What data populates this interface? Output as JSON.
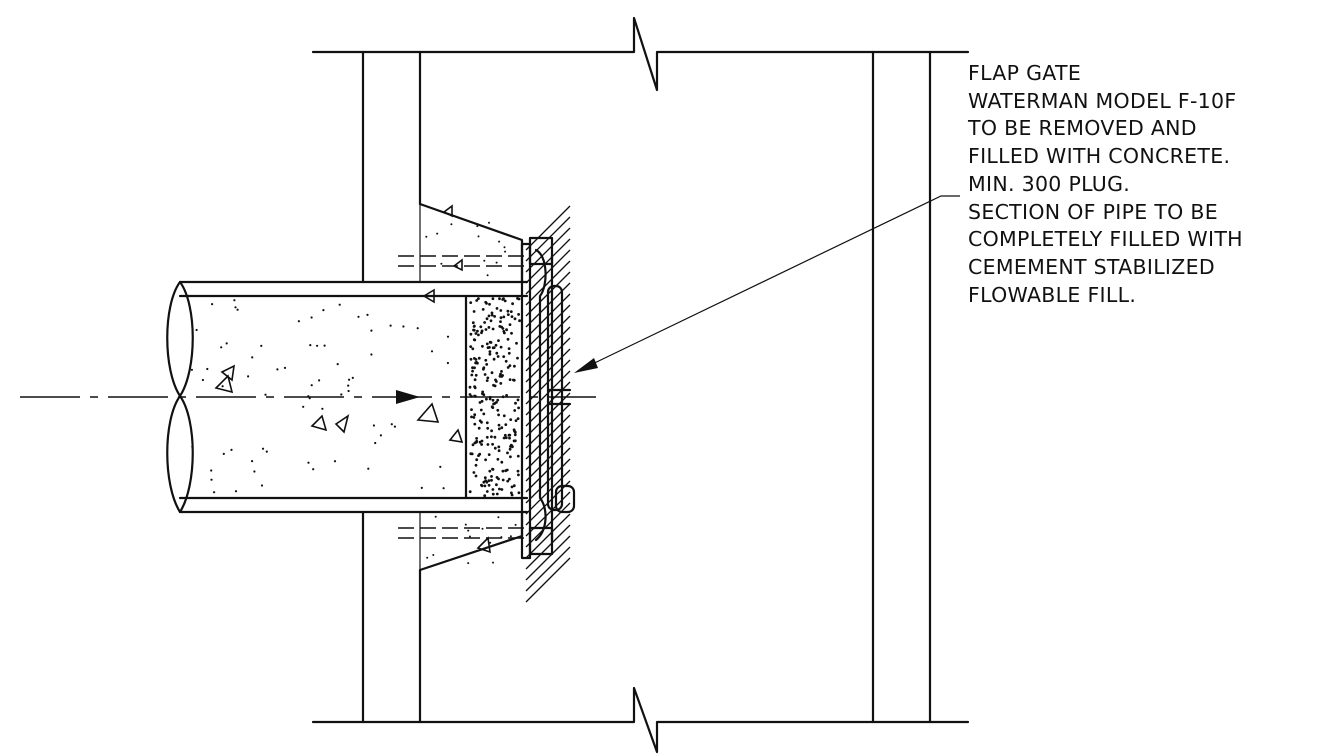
{
  "note": {
    "lines": [
      "FLAP GATE",
      "WATERMAN MODEL F-10F",
      "TO BE REMOVED AND",
      "FILLED WITH CONCRETE.",
      "MIN. 300 PLUG.",
      "SECTION OF PIPE TO BE",
      "COMPLETELY FILLED WITH",
      "CEMEMENT STABILIZED",
      "FLOWABLE FILL."
    ]
  },
  "colors": {
    "ink": "#111111",
    "paper": "#ffffff"
  }
}
